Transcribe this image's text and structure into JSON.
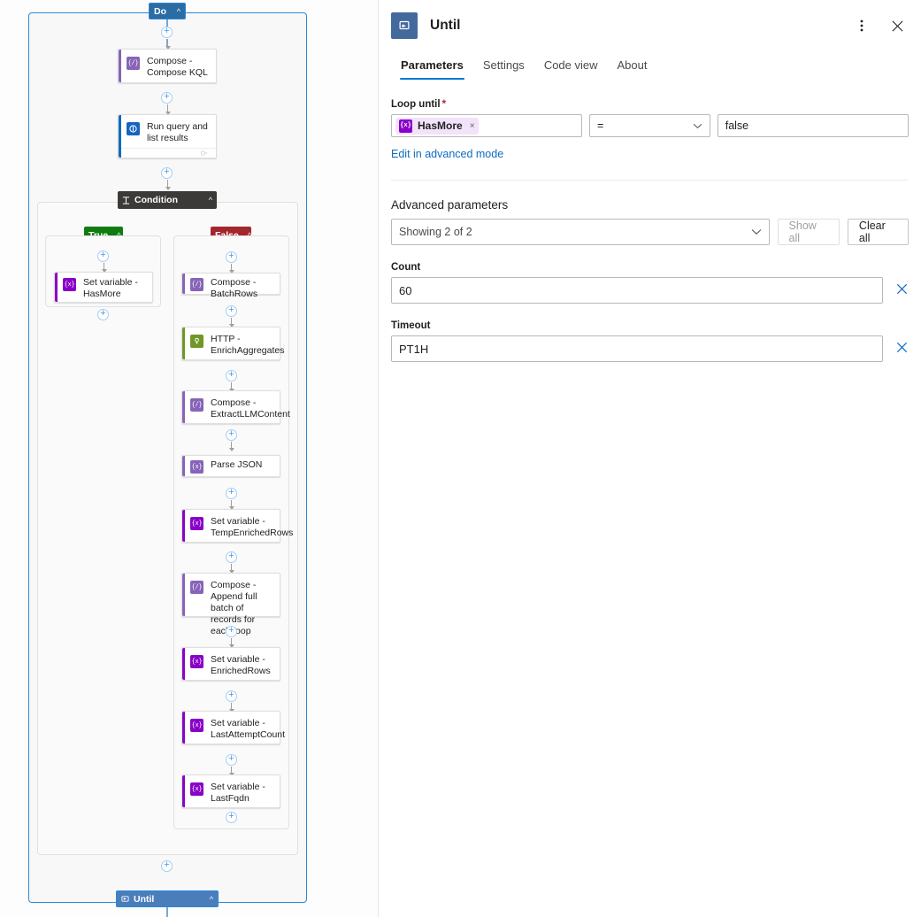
{
  "canvas": {
    "scope_header": {
      "label": "Do",
      "icon": "chevron-up-icon"
    },
    "scope_footer": {
      "label": "Until",
      "icon": "loop-icon"
    },
    "condition": {
      "label": "Condition",
      "icon": "condition-icon"
    },
    "branches": {
      "true_label": "True",
      "false_label": "False"
    },
    "nodes": [
      {
        "id": "compose-kql",
        "title": "Compose - Compose KQL",
        "icon": "compose-icon",
        "accent": "#8764B8",
        "icon_bg": "#8764B8",
        "glyph": "{/}"
      },
      {
        "id": "run-query",
        "title": "Run query and list results",
        "icon": "kusto-icon",
        "accent": "#0f6cbd",
        "icon_bg": "#1664c0",
        "glyph": "◔",
        "has_footer": true
      },
      {
        "id": "set-var-hasmore",
        "title": "Set variable - HasMore",
        "icon": "set-variable-icon",
        "accent": "#8A02C8",
        "icon_bg": "#8A02C8",
        "glyph": "{x}"
      },
      {
        "id": "compose-batchrows",
        "title": "Compose - BatchRows",
        "icon": "compose-icon",
        "accent": "#8764B8",
        "icon_bg": "#8764B8",
        "glyph": "{/}"
      },
      {
        "id": "http-enrichaggregates",
        "title": "HTTP - EnrichAggregates",
        "icon": "http-icon",
        "accent": "#709727",
        "icon_bg": "#709727",
        "glyph": "●"
      },
      {
        "id": "compose-extractllm",
        "title": "Compose - ExtractLLMContent",
        "icon": "compose-icon",
        "accent": "#8764B8",
        "icon_bg": "#8764B8",
        "glyph": "{/}"
      },
      {
        "id": "parse-json",
        "title": "Parse JSON",
        "icon": "parse-json-icon",
        "accent": "#8764B8",
        "icon_bg": "#8764B8",
        "glyph": "{x}"
      },
      {
        "id": "set-var-tempenriched",
        "title": "Set variable - TempEnrichedRows",
        "icon": "set-variable-icon",
        "accent": "#8A02C8",
        "icon_bg": "#8A02C8",
        "glyph": "{x}"
      },
      {
        "id": "compose-append",
        "title": "Compose - Append full batch of records for each loop",
        "icon": "compose-icon",
        "accent": "#8764B8",
        "icon_bg": "#8764B8",
        "glyph": "{/}"
      },
      {
        "id": "set-var-enrichedrows",
        "title": "Set variable - EnrichedRows",
        "icon": "set-variable-icon",
        "accent": "#8A02C8",
        "icon_bg": "#8A02C8",
        "glyph": "{x}"
      },
      {
        "id": "set-var-lastattempt",
        "title": "Set variable - LastAttemptCount",
        "icon": "set-variable-icon",
        "accent": "#8A02C8",
        "icon_bg": "#8A02C8",
        "glyph": "{x}"
      },
      {
        "id": "set-var-lastfqdn",
        "title": "Set variable - LastFqdn",
        "icon": "set-variable-icon",
        "accent": "#8A02C8",
        "icon_bg": "#8A02C8",
        "glyph": "{x}"
      }
    ],
    "add_button_label": "+"
  },
  "panel": {
    "title": "Until",
    "logo_icon": "until-loop-icon",
    "more_icon": "more-vertical-icon",
    "close_icon": "close-icon",
    "tabs": [
      {
        "id": "parameters",
        "label": "Parameters",
        "active": true
      },
      {
        "id": "settings",
        "label": "Settings",
        "active": false
      },
      {
        "id": "codeview",
        "label": "Code view",
        "active": false
      },
      {
        "id": "about",
        "label": "About",
        "active": false
      }
    ],
    "loop_until": {
      "label": "Loop until",
      "required_marker": "*",
      "token": {
        "name": "HasMore",
        "icon": "variable-token-icon",
        "remove_label": "×"
      },
      "operator": "=",
      "value": "false",
      "advanced_link": "Edit in advanced mode"
    },
    "advanced": {
      "section_title": "Advanced parameters",
      "select_value": "Showing 2 of 2",
      "show_all_label": "Show all",
      "clear_all_label": "Clear all",
      "params": [
        {
          "label": "Count",
          "value": "60",
          "remove_icon": "close-icon"
        },
        {
          "label": "Timeout",
          "value": "PT1H",
          "remove_icon": "close-icon"
        }
      ]
    },
    "accent_color": "#0078d4"
  }
}
